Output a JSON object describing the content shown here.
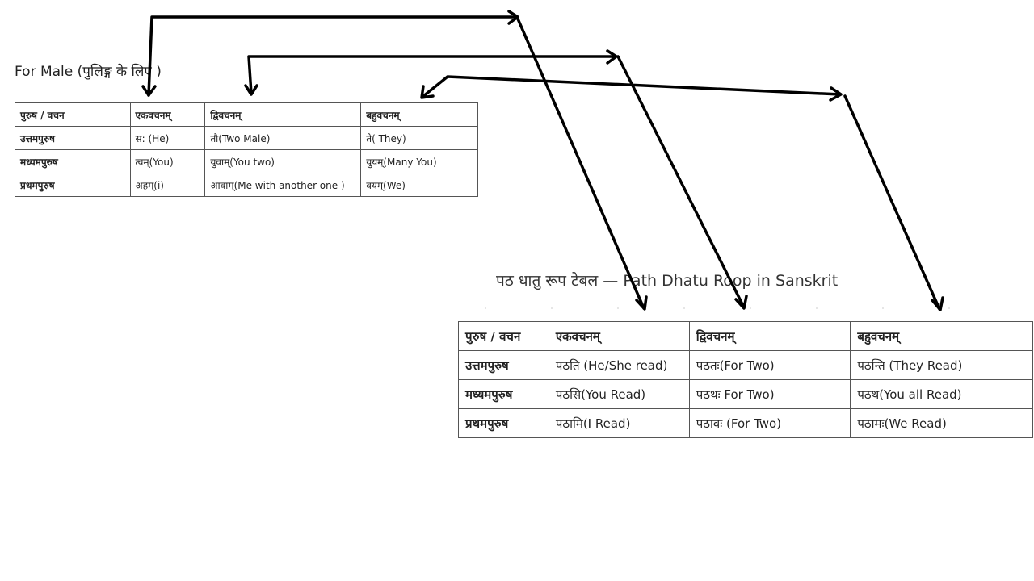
{
  "table1": {
    "caption": "For Male (पुलिङ्ग  के लिए )",
    "header": [
      "पुरुष / वचन",
      "एकवचनम्",
      "द्विवचनम्",
      "बहुवचनम्"
    ],
    "rows": [
      [
        "उत्तमपुरुष",
        "स: (He)",
        "तौ(Two Male)",
        "ते( They)"
      ],
      [
        "मध्यमपुरुष",
        "त्वम्(You)",
        "युवाम्(You two)",
        "युयम्(Many You)"
      ],
      [
        "प्रथमपुरुष",
        "अहम्(i)",
        "आवाम्(Me with another one )",
        "वयम्(We)"
      ]
    ]
  },
  "table2": {
    "caption": "पठ धातु रूप टेबल — Path Dhatu Roop in Sanskrit",
    "header": [
      "पुरुष / वचन",
      "एकवचनम्",
      "द्विवचनम्",
      "बहुवचनम्"
    ],
    "rows": [
      [
        "उत्तमपुरुष",
        "पठति (He/She read)",
        "पठतः(For Two)",
        "पठन्ति (They Read)"
      ],
      [
        "मध्यमपुरुष",
        "पठसि(You Read)",
        "पठथः  For Two)",
        "पठथ(You all Read)"
      ],
      [
        "प्रथमपुरुष",
        "पठामि(I Read)",
        "पठावः (For Two)",
        "पठामः(We Read)"
      ]
    ]
  },
  "arrow_color": "#000000"
}
